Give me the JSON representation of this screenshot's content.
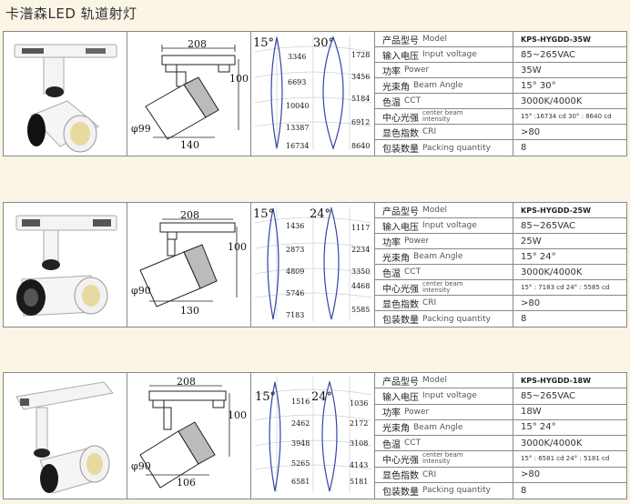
{
  "page_title": "卡潽森LED  轨道射灯",
  "labels": {
    "model_zh": "产品型号",
    "model_en": "Model",
    "voltage_zh": "输入电压",
    "voltage_en": "Input voltage",
    "power_zh": "功率",
    "power_en": "Power",
    "beam_zh": "光束角",
    "beam_en": "Beam Angle",
    "color_zh": "色温",
    "color_en": "CCT",
    "intensity_zh": "中心光强",
    "intensity_en": "center beam intensity",
    "cri_zh": "显色指数",
    "cri_en": "CRI",
    "packing_zh": "包装数量",
    "packing_en": "Packing quantity"
  },
  "products": [
    {
      "model": "KPS-HYGDD-35W",
      "voltage": "85~265VAC",
      "power": "35W",
      "beam": "15°  30°",
      "cct": "3000K/4000K",
      "intensity": "15°  :16734 cd   30°  : 8640 cd",
      "cri": ">80",
      "packing": "8",
      "dims": {
        "width": "208",
        "height": "100",
        "diameter": "φ99",
        "depth": "140"
      },
      "beam_left": {
        "angle": "15°",
        "values": [
          "3346",
          "6693",
          "10040",
          "13387",
          "16734"
        ]
      },
      "beam_right": {
        "angle": "30°",
        "values": [
          "1728",
          "3456",
          "5184",
          "6912",
          "8640"
        ]
      }
    },
    {
      "model": "KPS-HYGDD-25W",
      "voltage": "85~265VAC",
      "power": "25W",
      "beam": "15°  24°",
      "cct": "3000K/4000K",
      "intensity": "15°  : 7183 cd  24°  : 5585 cd",
      "cri": ">80",
      "packing": "8",
      "dims": {
        "width": "208",
        "height": "100",
        "diameter": "φ90",
        "depth": "130"
      },
      "beam_left": {
        "angle": "15°",
        "values": [
          "1436",
          "2873",
          "4809",
          "5746",
          "7183"
        ]
      },
      "beam_right": {
        "angle": "24°",
        "values": [
          "1117",
          "2234",
          "3350",
          "4468",
          "5585"
        ]
      }
    },
    {
      "model": "KPS-HYGDD-18W",
      "voltage": "85~265VAC",
      "power": "18W",
      "beam": "15°  24°",
      "cct": "3000K/4000K",
      "intensity": "15°  : 6581 cd  24°  : 5181 cd",
      "cri": ">80",
      "packing": "8",
      "dims": {
        "width": "208",
        "height": "100",
        "diameter": "φ90",
        "depth": "106"
      },
      "beam_left": {
        "angle": "15°",
        "values": [
          "1516",
          "2462",
          "3948",
          "5265",
          "6581"
        ]
      },
      "beam_right": {
        "angle": "24°",
        "values": [
          "1036",
          "2172",
          "3108",
          "4143",
          "5181"
        ]
      }
    }
  ]
}
